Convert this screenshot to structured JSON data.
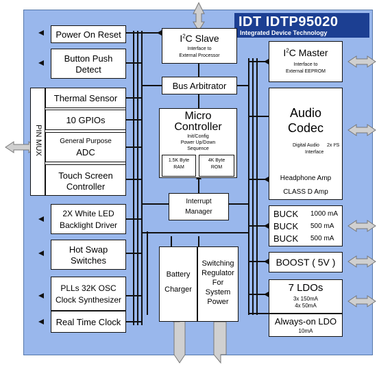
{
  "logo": {
    "main": "IDT IDTP95020",
    "sub": "Integrated Device Technology"
  },
  "blocks": {
    "por": "Power On Reset",
    "button1": "Button Push",
    "button2": "Detect",
    "thermal": "Thermal Sensor",
    "gpio": "10 GPIOs",
    "adc_line1": "General Purpose",
    "adc_line2": "ADC",
    "touch1": "Touch Screen",
    "touch2": "Controller",
    "pinmux": "PIN MUX",
    "led1": "2X White LED",
    "led2": "Backlight Driver",
    "hotswap1": "Hot Swap",
    "hotswap2": "Switches",
    "pll1": "PLLs 32K OSC",
    "pll2": "Clock Synthesizer",
    "rtc": "Real Time Clock",
    "i2cslave_title_pre": "I",
    "i2cslave_title_sup": "2",
    "i2cslave_title_post": "C Slave",
    "i2cslave_sub1": "Interface to",
    "i2cslave_sub2": "External Processor",
    "arbiter": "Bus Arbitrator",
    "mcu1": "Micro",
    "mcu2": "Controller",
    "mcu3": "Init/Config",
    "mcu4": "Power Up/Down",
    "mcu5": "Sequence",
    "ram1": "1.5K Byte",
    "ram2": "RAM",
    "rom1": "4K Byte",
    "rom2": "ROM",
    "int1": "Interrupt",
    "int2": "Manager",
    "batt1": "Battery",
    "batt2": "Charger",
    "sw1": "Switching",
    "sw2": "Regulator",
    "sw3": "For",
    "sw4": "System",
    "sw5": "Power",
    "i2cmaster_title_pre": "I",
    "i2cmaster_title_sup": "2",
    "i2cmaster_title_post": "C Master",
    "i2cmaster_sub1": "Interface to",
    "i2cmaster_sub2": "External EEPROM",
    "audio1": "Audio",
    "audio2": "Codec",
    "dai1": "Digital Audio",
    "dai2": "2x I²S",
    "dai3": "Interface",
    "hp": "Headphone Amp",
    "classd": "CLASS D Amp",
    "buck_label": "BUCK",
    "buck1_val": "1000 mA",
    "buck2_val": "500 mA",
    "buck3_val": "500 mA",
    "boost": "BOOST ( 5V )",
    "ldo_title": "7 LDOs",
    "ldo_sub1": "3x 150mA",
    "ldo_sub2": "4x 50mA",
    "always1": "Always-on LDO",
    "always2": "10mA"
  },
  "colors": {
    "chip": "#99b7ec",
    "logo_bg": "#1c3f92",
    "arrow": "#d0d0d0"
  }
}
